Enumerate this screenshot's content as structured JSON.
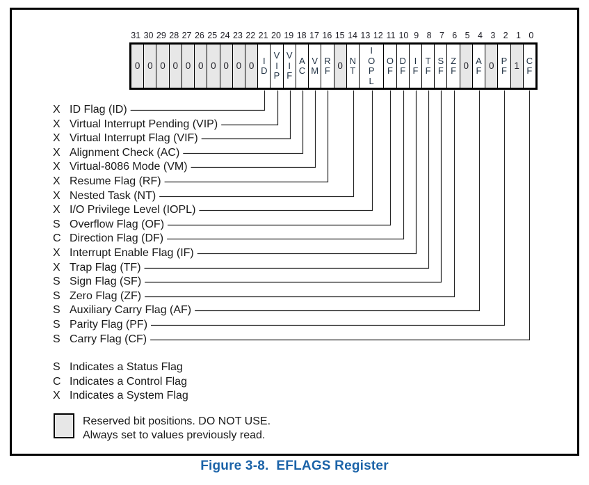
{
  "figure": {
    "caption": "Figure 3-8.  EFLAGS Register"
  },
  "register": {
    "cells": [
      {
        "bits": [
          "31"
        ],
        "label": "0",
        "shaded": true
      },
      {
        "bits": [
          "30"
        ],
        "label": "0",
        "shaded": true
      },
      {
        "bits": [
          "29"
        ],
        "label": "0",
        "shaded": true
      },
      {
        "bits": [
          "28"
        ],
        "label": "0",
        "shaded": true
      },
      {
        "bits": [
          "27"
        ],
        "label": "0",
        "shaded": true
      },
      {
        "bits": [
          "26"
        ],
        "label": "0",
        "shaded": true
      },
      {
        "bits": [
          "25"
        ],
        "label": "0",
        "shaded": true
      },
      {
        "bits": [
          "24"
        ],
        "label": "0",
        "shaded": true
      },
      {
        "bits": [
          "23"
        ],
        "label": "0",
        "shaded": true
      },
      {
        "bits": [
          "22"
        ],
        "label": "0",
        "shaded": true
      },
      {
        "bits": [
          "21"
        ],
        "label": "ID",
        "vertical": true
      },
      {
        "bits": [
          "20"
        ],
        "label": "VIP",
        "vertical": true
      },
      {
        "bits": [
          "19"
        ],
        "label": "VIF",
        "vertical": true
      },
      {
        "bits": [
          "18"
        ],
        "label": "AC",
        "vertical": true
      },
      {
        "bits": [
          "17"
        ],
        "label": "VM",
        "vertical": true
      },
      {
        "bits": [
          "16"
        ],
        "label": "RF",
        "vertical": true
      },
      {
        "bits": [
          "15"
        ],
        "label": "0",
        "shaded": true
      },
      {
        "bits": [
          "14"
        ],
        "label": "NT",
        "vertical": true
      },
      {
        "bits": [
          "13",
          "12"
        ],
        "label": "IOPL",
        "vertical": true,
        "double": true
      },
      {
        "bits": [
          "11"
        ],
        "label": "OF",
        "vertical": true
      },
      {
        "bits": [
          "10"
        ],
        "label": "DF",
        "vertical": true
      },
      {
        "bits": [
          "9"
        ],
        "label": "IF",
        "vertical": true
      },
      {
        "bits": [
          "8"
        ],
        "label": "TF",
        "vertical": true
      },
      {
        "bits": [
          "7"
        ],
        "label": "SF",
        "vertical": true
      },
      {
        "bits": [
          "6"
        ],
        "label": "ZF",
        "vertical": true
      },
      {
        "bits": [
          "5"
        ],
        "label": "0",
        "shaded": true
      },
      {
        "bits": [
          "4"
        ],
        "label": "AF",
        "vertical": true
      },
      {
        "bits": [
          "3"
        ],
        "label": "0",
        "shaded": true
      },
      {
        "bits": [
          "2"
        ],
        "label": "PF",
        "vertical": true
      },
      {
        "bits": [
          "1"
        ],
        "label": "1",
        "shaded": true
      },
      {
        "bits": [
          "0"
        ],
        "label": "CF",
        "vertical": true
      }
    ]
  },
  "flags": [
    {
      "prefix": "X",
      "label": "ID Flag (ID)",
      "bit": "21"
    },
    {
      "prefix": "X",
      "label": "Virtual Interrupt Pending (VIP)",
      "bit": "20"
    },
    {
      "prefix": "X",
      "label": "Virtual Interrupt Flag (VIF)",
      "bit": "19"
    },
    {
      "prefix": "X",
      "label": "Alignment Check (AC)",
      "bit": "18"
    },
    {
      "prefix": "X",
      "label": "Virtual-8086 Mode (VM)",
      "bit": "17"
    },
    {
      "prefix": "X",
      "label": "Resume Flag (RF)",
      "bit": "16"
    },
    {
      "prefix": "X",
      "label": "Nested Task (NT)",
      "bit": "14"
    },
    {
      "prefix": "X",
      "label": "I/O Privilege Level (IOPL)",
      "bit": "13,12"
    },
    {
      "prefix": "S",
      "label": "Overflow Flag (OF)",
      "bit": "11"
    },
    {
      "prefix": "C",
      "label": "Direction Flag (DF)",
      "bit": "10"
    },
    {
      "prefix": "X",
      "label": "Interrupt Enable Flag (IF)",
      "bit": "9"
    },
    {
      "prefix": "X",
      "label": "Trap Flag (TF)",
      "bit": "8"
    },
    {
      "prefix": "S",
      "label": "Sign Flag (SF)",
      "bit": "7"
    },
    {
      "prefix": "S",
      "label": "Zero Flag (ZF)",
      "bit": "6"
    },
    {
      "prefix": "S",
      "label": "Auxiliary Carry Flag (AF)",
      "bit": "4"
    },
    {
      "prefix": "S",
      "label": "Parity Flag (PF)",
      "bit": "2"
    },
    {
      "prefix": "S",
      "label": "Carry Flag (CF)",
      "bit": "0"
    }
  ],
  "legend": [
    {
      "prefix": "S",
      "text": "Indicates a Status Flag"
    },
    {
      "prefix": "C",
      "text": "Indicates a Control Flag"
    },
    {
      "prefix": "X",
      "text": "Indicates a System Flag"
    }
  ],
  "reserved_note": {
    "line1": "Reserved bit positions. DO NOT USE.",
    "line2": "Always set to values previously read."
  },
  "colors": {
    "caption": "#1b63a8",
    "shaded_cell": "#e7e7e7",
    "cell_text": "#1f3042",
    "line": "#262626"
  }
}
